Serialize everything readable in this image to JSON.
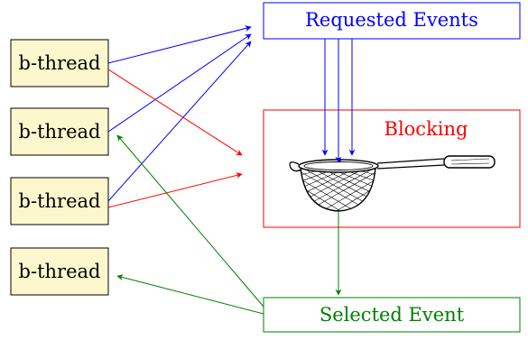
{
  "diagram": {
    "bthreads": [
      {
        "label": "b-thread"
      },
      {
        "label": "b-thread"
      },
      {
        "label": "b-thread"
      },
      {
        "label": "b-thread"
      }
    ],
    "requested": {
      "label": "Requested Events"
    },
    "blocking": {
      "label": "Blocking"
    },
    "selected": {
      "label": "Selected Event"
    },
    "colors": {
      "request": "#0000ff",
      "block": "#ff0000",
      "select": "#008000",
      "bthread_fill": "#fdf7cd",
      "bthread_text": "#000000"
    },
    "sieve_icon": "strainer-icon"
  }
}
